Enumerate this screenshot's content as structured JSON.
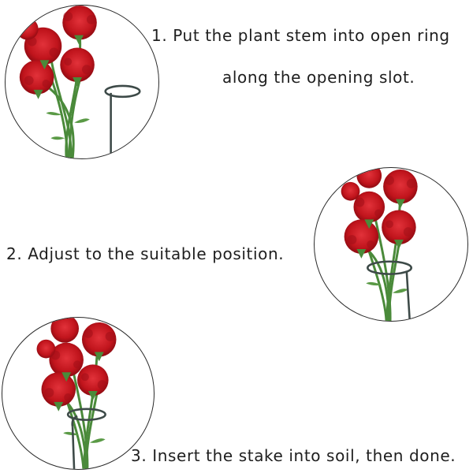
{
  "steps": [
    {
      "lines": [
        "1. Put the plant stem into open ring",
        "along the opening slot."
      ]
    },
    {
      "lines": [
        "2. Adjust to the suitable position."
      ]
    },
    {
      "lines": [
        "3. Insert the stake into soil, then done."
      ]
    }
  ],
  "colors": {
    "flower_red": "#c0141c",
    "flower_dark": "#8e0b12",
    "stem_green": "#4a8a3a",
    "stake_gray": "#3d4a48",
    "circle_border": "#2a2a2a"
  },
  "icons": [
    "carnation-bouquet-icon",
    "plant-stake-ring-icon"
  ]
}
